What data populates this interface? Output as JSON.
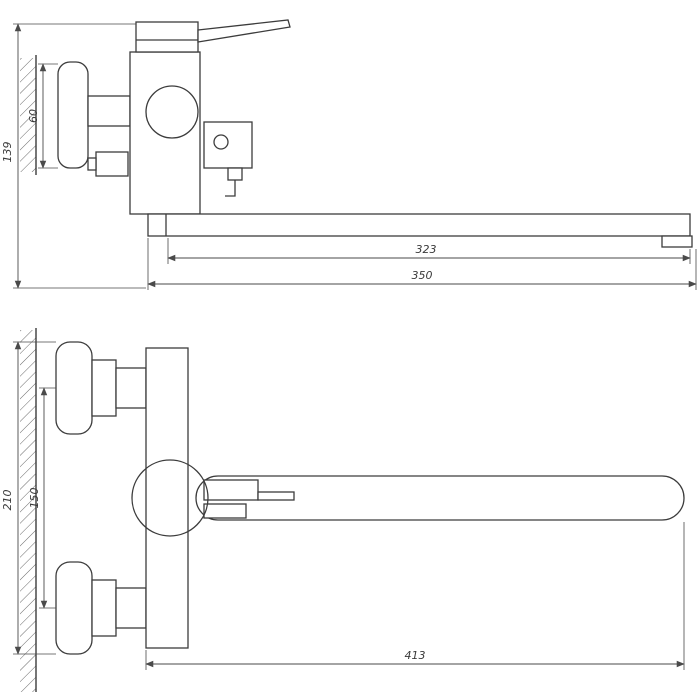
{
  "drawing": {
    "kind": "technical-dimension-drawing",
    "subject": "wall-mounted-single-lever-mixer-with-long-spout",
    "colors": {
      "line": "#3c3c3c",
      "dimension": "#4a4a4a",
      "background": "#ffffff"
    }
  },
  "side_view": {
    "dims": {
      "height": "139",
      "escutcheon": "60",
      "reach": "323",
      "length": "350"
    }
  },
  "plan_view": {
    "dims": {
      "depth": "210",
      "spacing": "150",
      "length": "413"
    }
  }
}
